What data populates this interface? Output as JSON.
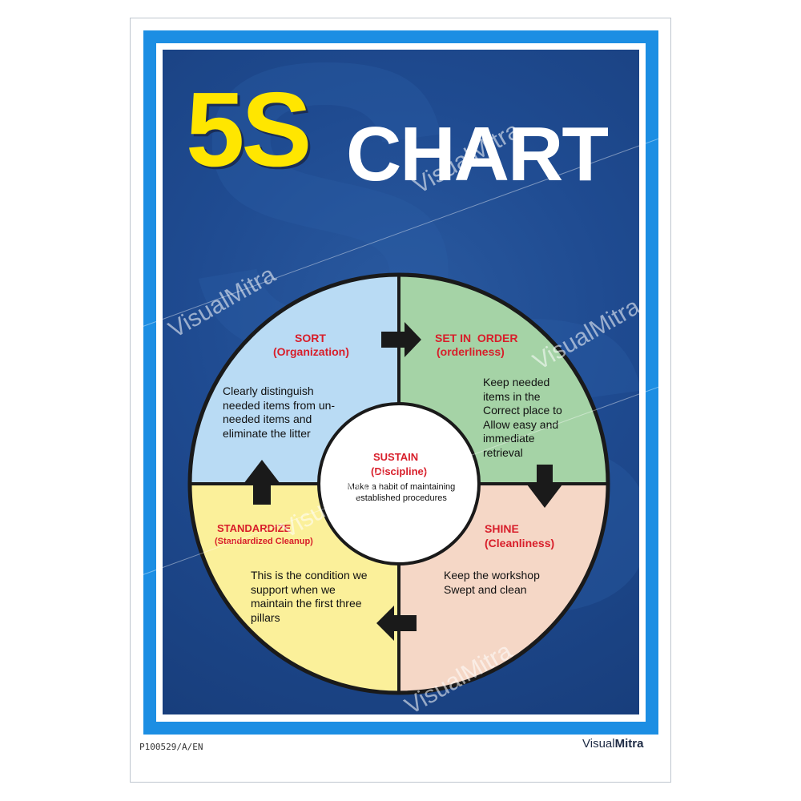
{
  "title": {
    "number": "5S",
    "word": "CHART"
  },
  "center": {
    "heading": "SUSTAIN",
    "subheading": "(Discipline)",
    "description": "Make a habit of maintaining established procedures"
  },
  "quadrants": {
    "sort": {
      "heading": "SORT",
      "subheading": "(Organization)",
      "description": "Clearly distinguish needed items from un-needed items and eliminate the litter",
      "color": "#b9dbf4"
    },
    "set_in_order": {
      "heading": "SET IN  ORDER",
      "subheading": "(orderliness)",
      "description": "Keep needed items in the Correct place to Allow easy and immediate retrieval",
      "color": "#a5d3a6"
    },
    "shine": {
      "heading": "SHINE",
      "subheading": "(Cleanliness)",
      "description": "Keep the workshop Swept and clean",
      "color": "#f5d7c6"
    },
    "standardize": {
      "heading": "STANDARDIZE",
      "subheading": "(Standardized Cleanup)",
      "description": "This is the condition we support when we maintain the first three pillars",
      "color": "#fbf09a"
    }
  },
  "footer": {
    "product_code": "P100529/A/EN",
    "brand_prefix": "Visual",
    "brand_suffix": "Mitra"
  },
  "watermark": "VisualMitra",
  "colors": {
    "panel": "#1f4b91",
    "border_blue": "#1c8ee3",
    "title_yellow": "#ffe600",
    "label_red": "#d81e2a",
    "arrow": "#1a1a1a"
  }
}
